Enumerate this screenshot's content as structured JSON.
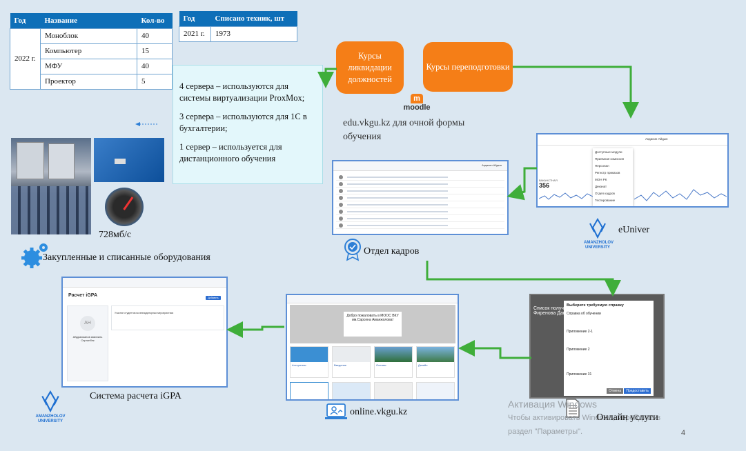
{
  "table_equipment": {
    "headers": [
      "Год",
      "Название",
      "Кол-во"
    ],
    "year": "2022 г.",
    "rows": [
      {
        "name": "Моноблок",
        "qty": "40"
      },
      {
        "name": "Компьютер",
        "qty": "15"
      },
      {
        "name": "МФУ",
        "qty": "40"
      },
      {
        "name": "Проектор",
        "qty": "5"
      }
    ]
  },
  "table_writeoff": {
    "headers": [
      "Год",
      "Списано техник, шт"
    ],
    "year": "2021 г.",
    "value": "1973"
  },
  "servers": {
    "line1": "4 сервера – используются для системы виртуализации ProxMox;",
    "line2": "3 сервера – используются для 1С в бухгалтерии;",
    "line3": "1 сервер – используется для дистанционного обучения"
  },
  "courses": {
    "liquidation": "Курсы ликвидации должностей",
    "retraining": "Курсы переподготовки"
  },
  "moodle": {
    "logo_text": "moodle",
    "caption": "edu.vkgu.kz для очной формы обучения"
  },
  "labels": {
    "speed": "728мб/с",
    "equipment": "Закупленные и списанные оборудования",
    "hr": "Отдел кадров",
    "euniver": "eUniver",
    "igpa": "Система расчета iGPA",
    "online": "online.vkgu.kz",
    "services": "Онлайн услуги"
  },
  "hr_shot": {
    "user": "Акдасин Айдын"
  },
  "euniver_shot": {
    "user": "Акдасин Айдын",
    "menu": [
      "Доступные модули",
      "Приемная комиссия",
      "Персонал",
      "Регистр приказов",
      "МОН РК",
      "Деканат",
      "Отдел кадров",
      "Тестирование"
    ],
    "stat_label": "ВАКАНСТНАЯ",
    "stat_value": "356"
  },
  "igpa_shot": {
    "title": "Расчет iGPA",
    "initials": "АН",
    "person": "Абдрахманов Аминиль Серганбек",
    "task": "Участие студентов во внеаудиторных мероприятиях",
    "button": "Добавить"
  },
  "online_shot": {
    "welcome": "Добро пожаловать в МООС ВКУ им.Сарсена Аманжолова!",
    "tiles": [
      "Алгоритмы",
      "Введение",
      "Основы",
      "Дизайн"
    ]
  },
  "services_shot": {
    "page_title": "Список полученных справок",
    "person": "Фиренова Дана Ренатовна",
    "modal_title": "Выберите требуемую справку",
    "modal_items": [
      "Справка об обучении",
      "Приложение 2-1",
      "Приложение 2",
      "Приложение 31"
    ],
    "confirm": "Предоставить",
    "cancel": "Отмена"
  },
  "university_logo": {
    "line1": "AMANZHOLOV",
    "line2": "UNIVERSITY"
  },
  "watermark": {
    "title": "Активация Windows",
    "line1": "Чтобы активировать Windows, перейдите в",
    "line2": "раздел \"Параметры\"."
  },
  "page_number": "4",
  "colors": {
    "accent": "#0e6fb8",
    "orange": "#f57e17",
    "arrow_green": "#3fae3a",
    "arrow_blue": "#2d7fd6"
  },
  "icons": [
    "gear-icon",
    "moodle-icon",
    "hr-badge-icon",
    "laptop-user-icon",
    "document-icon"
  ]
}
